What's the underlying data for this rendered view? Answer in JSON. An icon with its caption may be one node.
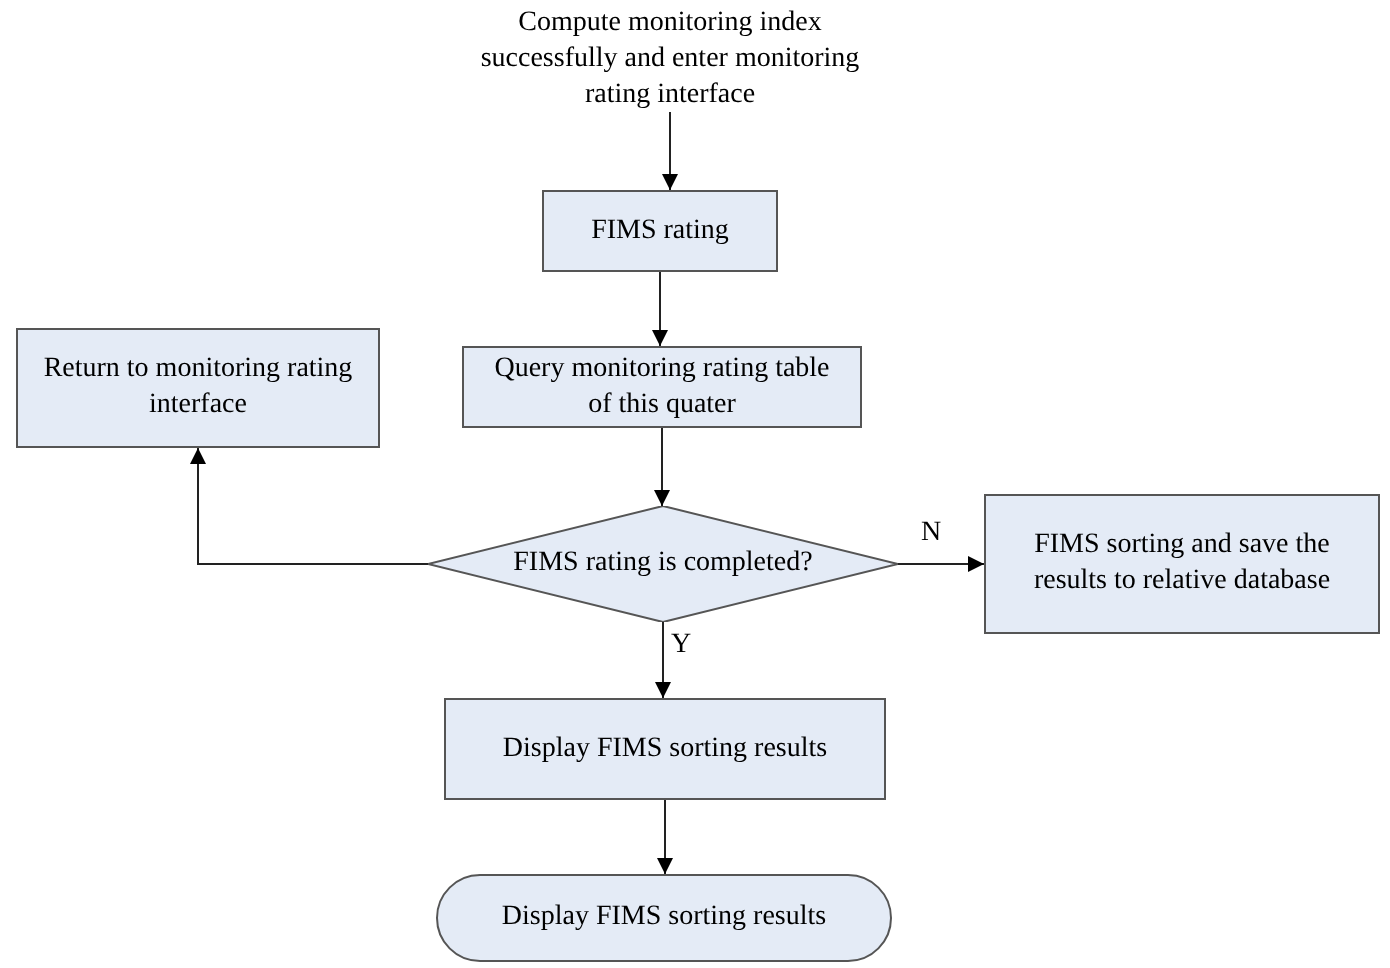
{
  "diagram": {
    "nodes": [
      {
        "text": [
          "Compute monitoring index successfully  and enter monitoring rating interface"
        ]
      },
      {
        "text": [
          "FIMS rating"
        ]
      },
      {
        "text": [
          "Query monitoring rating table of this quater"
        ]
      },
      {
        "text": [
          "Return to monitoring rating interface"
        ]
      },
      {
        "text": [
          "FIMS rating is completed?"
        ]
      },
      {
        "text": [
          "FIMS sorting and save the results to relative database"
        ]
      },
      {
        "text": [
          "Display FIMS sorting results"
        ]
      },
      {
        "text": [
          "Display FIMS sorting results"
        ]
      }
    ],
    "edges": [
      {
        "from": 0,
        "to": 1,
        "arrow": "to"
      },
      {
        "from": 1,
        "to": 2,
        "arrow": "to"
      },
      {
        "from": 2,
        "to": 4,
        "arrow": "to"
      },
      {
        "from": 4,
        "to": 3,
        "arrow": "to"
      },
      {
        "from": 4,
        "to": 5,
        "label": "N",
        "arrow": "to"
      },
      {
        "from": 4,
        "to": 6,
        "label": "Y",
        "arrow": "to"
      },
      {
        "from": 6,
        "to": 7,
        "arrow": "to"
      }
    ]
  }
}
